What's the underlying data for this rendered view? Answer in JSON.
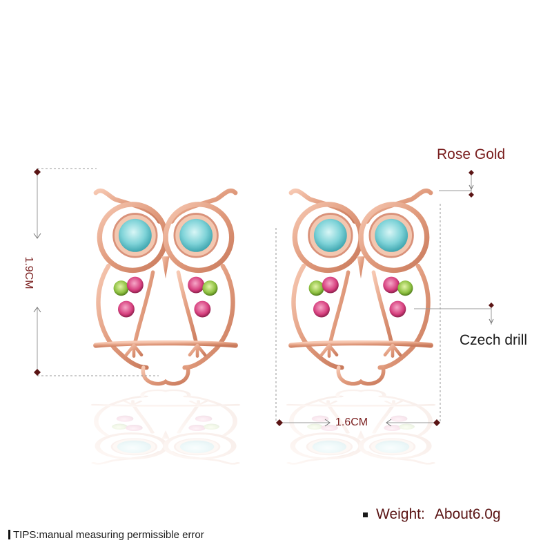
{
  "annotations": {
    "material": "Rose Gold",
    "stone": "Czech drill",
    "height": "1.9CM",
    "width": "1.6CM"
  },
  "spec": {
    "weight_label": "Weight:",
    "weight_value": "About6.0g"
  },
  "tips": "TIPS:manual measuring permissible error",
  "colors": {
    "rose_gold": "#e6a184",
    "crystal_blue": "#7fd3d8",
    "crystal_pink": "#d63f7e",
    "crystal_green": "#8cbf3f",
    "label_red": "#7a1f1f"
  }
}
